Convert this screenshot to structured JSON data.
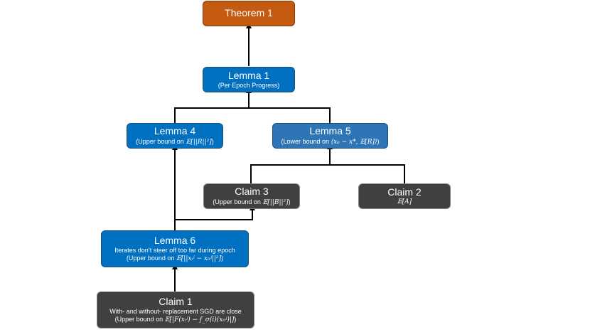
{
  "nodes": {
    "theorem1": {
      "title": "Theorem 1"
    },
    "lemma1": {
      "title": "Lemma 1",
      "sub": "(Per Epoch Progress)"
    },
    "lemma4": {
      "title": "Lemma 4",
      "sub_prefix": "(Upper bound on ",
      "math": "𝔼[||R||²]",
      "sub_suffix": ")"
    },
    "lemma5": {
      "title": "Lemma 5",
      "sub_prefix": "(Lower bound on ",
      "math": "⟨x₀ − x*, 𝔼[R]⟩",
      "sub_suffix": ")"
    },
    "claim3": {
      "title": "Claim 3",
      "sub_prefix": "(Upper bound on ",
      "math": "𝔼[||B||²]",
      "sub_suffix": ")"
    },
    "claim2": {
      "title": "Claim 2",
      "math": "𝔼[A]"
    },
    "lemma6": {
      "title": "Lemma 6",
      "sub": "Iterates don’t steer off too far during epoch",
      "sub2_prefix": "(Upper bound on ",
      "math": "𝔼[||xᵢʲ − x₀ʲ||²]",
      "sub2_suffix": ")"
    },
    "claim1": {
      "title": "Claim 1",
      "sub": "With- and without- replacement SGD are close",
      "sub2_prefix": "(Upper bound on ",
      "math": "𝔼[|F(xᵢʲ) − f_σ(i)(x₀ʲ)|]",
      "sub2_suffix": ")"
    }
  },
  "colors": {
    "orange": "#c55a11",
    "blue": "#0070c0",
    "steel": "#2e75b6",
    "dark": "#404040",
    "arrow": "#000000"
  }
}
